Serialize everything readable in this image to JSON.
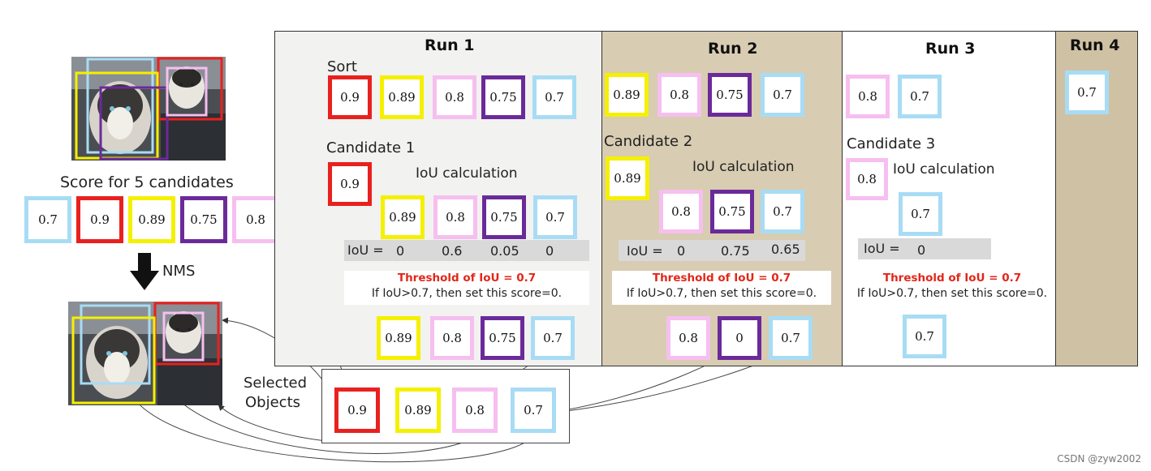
{
  "colors": {
    "red": "#e8211f",
    "yellow": "#f5f000",
    "pink": "#f6bff0",
    "purple": "#6b2a9a",
    "blue": "#a8dcf4",
    "run2_bg": "#d8ccb2",
    "run4_bg": "#cfc1a4",
    "run1_bg": "#f2f2f0",
    "threshold_red": "#e32618"
  },
  "left": {
    "score_label": "Score for 5 candidates",
    "scores": [
      {
        "value": "0.7",
        "color": "blue"
      },
      {
        "value": "0.9",
        "color": "red"
      },
      {
        "value": "0.89",
        "color": "yellow"
      },
      {
        "value": "0.75",
        "color": "purple"
      },
      {
        "value": "0.8",
        "color": "pink"
      }
    ],
    "nms_label": "NMS",
    "top_image_icon": "husky-dogs-photo-with-boxes",
    "bottom_image_icon": "husky-dogs-photo-selected-boxes"
  },
  "run1": {
    "title": "Run 1",
    "sort_label": "Sort",
    "sorted": [
      {
        "value": "0.9",
        "color": "red"
      },
      {
        "value": "0.89",
        "color": "yellow"
      },
      {
        "value": "0.8",
        "color": "pink"
      },
      {
        "value": "0.75",
        "color": "purple"
      },
      {
        "value": "0.7",
        "color": "blue"
      }
    ],
    "candidate_label": "Candidate 1",
    "candidate": {
      "value": "0.9",
      "color": "red"
    },
    "iou_calc_label": "IoU calculation",
    "compare": [
      {
        "value": "0.89",
        "color": "yellow"
      },
      {
        "value": "0.8",
        "color": "pink"
      },
      {
        "value": "0.75",
        "color": "purple"
      },
      {
        "value": "0.7",
        "color": "blue"
      }
    ],
    "iou_label": "IoU =",
    "iou_values": [
      "0",
      "0.6",
      "0.05",
      "0"
    ],
    "threshold_title": "Threshold of IoU = 0.7",
    "threshold_rule": "If IoU>0.7, then set this score=0.",
    "result": [
      {
        "value": "0.89",
        "color": "yellow"
      },
      {
        "value": "0.8",
        "color": "pink"
      },
      {
        "value": "0.75",
        "color": "purple"
      },
      {
        "value": "0.7",
        "color": "blue"
      }
    ]
  },
  "run2": {
    "title": "Run 2",
    "sorted": [
      {
        "value": "0.89",
        "color": "yellow"
      },
      {
        "value": "0.8",
        "color": "pink"
      },
      {
        "value": "0.75",
        "color": "purple"
      },
      {
        "value": "0.7",
        "color": "blue"
      }
    ],
    "candidate_label": "Candidate 2",
    "candidate": {
      "value": "0.89",
      "color": "yellow"
    },
    "iou_calc_label": "IoU calculation",
    "compare": [
      {
        "value": "0.8",
        "color": "pink"
      },
      {
        "value": "0.75",
        "color": "purple"
      },
      {
        "value": "0.7",
        "color": "blue"
      }
    ],
    "iou_label": "IoU =",
    "iou_values": [
      "0",
      "0.75",
      "0.65"
    ],
    "threshold_title": "Threshold of IoU = 0.7",
    "threshold_rule": "If IoU>0.7, then set this score=0.",
    "result": [
      {
        "value": "0.8",
        "color": "pink"
      },
      {
        "value": "0",
        "color": "purple"
      },
      {
        "value": "0.7",
        "color": "blue"
      }
    ]
  },
  "run3": {
    "title": "Run 3",
    "sorted": [
      {
        "value": "0.8",
        "color": "pink"
      },
      {
        "value": "0.7",
        "color": "blue"
      }
    ],
    "candidate_label": "Candidate 3",
    "candidate": {
      "value": "0.8",
      "color": "pink"
    },
    "iou_calc_label": "IoU calculation",
    "compare": [
      {
        "value": "0.7",
        "color": "blue"
      }
    ],
    "iou_label": "IoU =",
    "iou_values": [
      "0"
    ],
    "threshold_title": "Threshold of IoU = 0.7",
    "threshold_rule": "If IoU>0.7, then set this score=0.",
    "result": [
      {
        "value": "0.7",
        "color": "blue"
      }
    ]
  },
  "run4": {
    "title": "Run 4",
    "sorted": [
      {
        "value": "0.7",
        "color": "blue"
      }
    ]
  },
  "selected": {
    "label_line1": "Selected",
    "label_line2": "Objects",
    "items": [
      {
        "value": "0.9",
        "color": "red"
      },
      {
        "value": "0.89",
        "color": "yellow"
      },
      {
        "value": "0.8",
        "color": "pink"
      },
      {
        "value": "0.7",
        "color": "blue"
      }
    ]
  },
  "watermark": "CSDN @zyw2002"
}
